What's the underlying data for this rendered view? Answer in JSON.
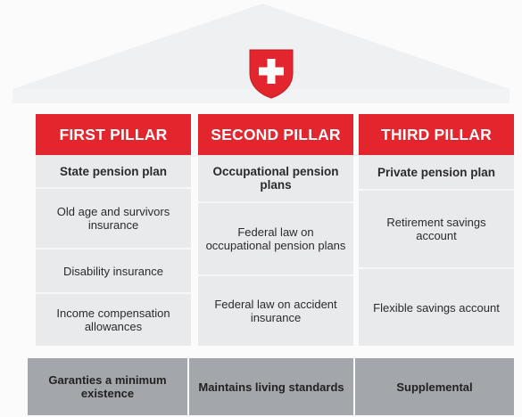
{
  "colors": {
    "accent": "#e3262d",
    "cell_bg": "#e9eaec",
    "foot_bg": "#a3a6ab",
    "roof": "#eef0f2"
  },
  "emblem": {
    "icon": "swiss-cross-shield-icon"
  },
  "pillars": [
    {
      "title": "FIRST PILLAR",
      "cells": [
        "State pension plan",
        "Old age and survivors insurance",
        "Disability insurance",
        "Income compensation allowances"
      ],
      "footer": "Garanties a minimum existence"
    },
    {
      "title": "SECOND PILLAR",
      "cells": [
        "Occupational pension plans",
        "Federal law on occupational pension plans",
        "Federal law on accident insurance"
      ],
      "footer": "Maintains living standards"
    },
    {
      "title": "THIRD PILLAR",
      "cells": [
        "Private pension plan",
        "Retirement savings account",
        "Flexible savings account"
      ],
      "footer": "Supplemental"
    }
  ]
}
